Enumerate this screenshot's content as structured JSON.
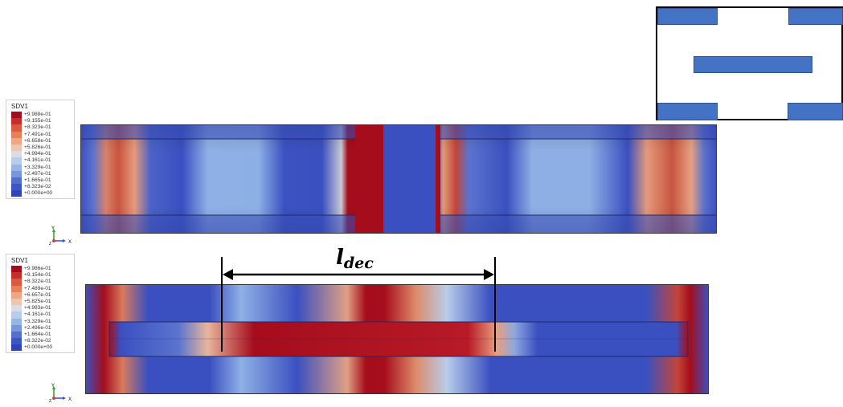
{
  "legends": [
    {
      "title": "SDV1",
      "entries": [
        "+9.988e-01",
        "+9.155e-01",
        "+8.323e-01",
        "+7.491e-01",
        "+6.658e-01",
        "+5.826e-01",
        "+4.994e-01",
        "+4.161e-01",
        "+3.329e-01",
        "+2.497e-01",
        "+1.665e-01",
        "+8.323e-02",
        "+0.000e+00"
      ]
    },
    {
      "title": "SDV1",
      "entries": [
        "+9.986e-01",
        "+9.154e-01",
        "+8.322e-01",
        "+7.489e-01",
        "+6.657e-01",
        "+5.825e-01",
        "+4.993e-01",
        "+4.161e-01",
        "+3.329e-01",
        "+2.496e-01",
        "+1.664e-01",
        "+8.322e-02",
        "+0.000e+00"
      ]
    }
  ],
  "legend_colors": [
    "#a50d1c",
    "#c42f2c",
    "#d85a40",
    "#e5805f",
    "#f0a585",
    "#f1c4ad",
    "#dcdde3",
    "#b8cde9",
    "#95b5e6",
    "#7896dc",
    "#5470cc",
    "#3d56c2",
    "#3143b8"
  ],
  "axis_triad": {
    "y": "Y",
    "z": "Z",
    "x": "X"
  },
  "dimension_label": {
    "base": "l",
    "subscript": "dec"
  },
  "colors": {
    "low": "#3b50c0",
    "high": "#a50d1c",
    "inset_fill": "#4472c4"
  }
}
